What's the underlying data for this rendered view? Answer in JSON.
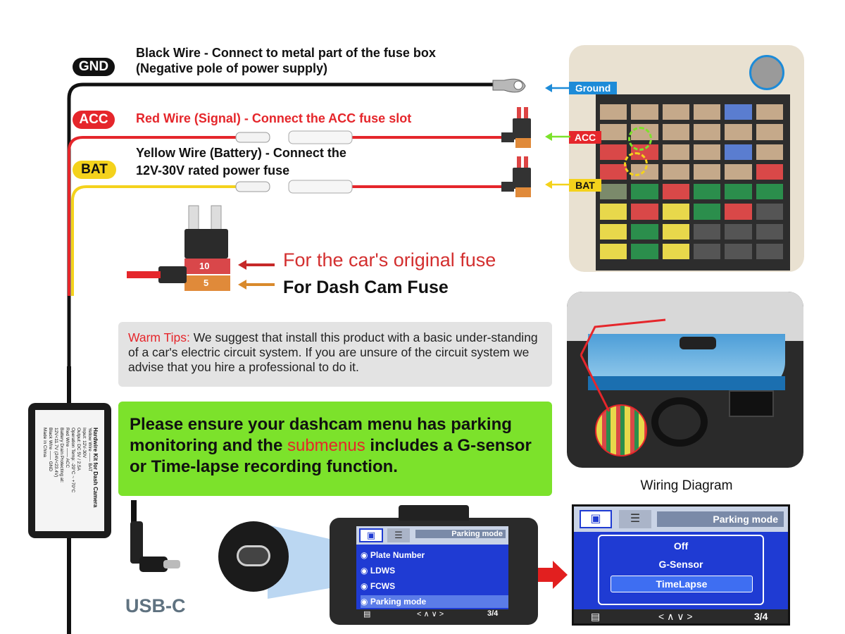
{
  "labels": {
    "gnd": "GND",
    "acc": "ACC",
    "bat": "BAT",
    "gnd_desc_line1": "Black Wire - Connect to metal part of the fuse box",
    "gnd_desc_line2": "(Negative pole of power supply)",
    "acc_desc": "Red Wire (Signal) - Connect the ACC fuse slot",
    "bat_desc_line1": "Yellow Wire (Battery) - Connect the",
    "bat_desc_line2": "12V-30V rated power fuse",
    "fuse_original": "For the car's original fuse",
    "fuse_dashcam": "For Dash Cam Fuse",
    "fuse_top_value": "10",
    "fuse_bottom_value": "5",
    "usb_c": "USB-C",
    "wiring_diagram": "Wiring Diagram"
  },
  "tips": {
    "prefix": "Warm Tips:",
    "body": " We suggest that install this product with a basic under-standing of a car's electric circuit system. If you are unsure of the circuit system we advise that you hire a professional to do it."
  },
  "notice": {
    "part1": "Please ensure your dashcam menu has parking monitoring and the ",
    "highlight": "submenus",
    "part2": " includes a G-sensor or Time-lapse recording function."
  },
  "fusebox": {
    "ground_label": "Ground",
    "acc_label": "ACC",
    "bat_label": "BAT"
  },
  "module": {
    "title": "Hardwire Kit for Dash Camera",
    "lines": [
      "Yellow Wire —— BAT",
      "Red Wire —— ACC",
      "Black Wire —— GND"
    ],
    "specs": [
      "Input: 12V-30V",
      "Output: DC 5V / 2.5A",
      "Operation Temp: -20°C ~ +70°C",
      "Battery Drain Protecting at:",
      "12V<11.7V (24V<23.4V)"
    ],
    "made_in": "Made in China"
  },
  "screen1": {
    "header": "Parking mode",
    "items": [
      "Plate Number",
      "LDWS",
      "FCWS",
      "Parking mode"
    ],
    "page": "3/4",
    "nav": "< ∧ ∨ >"
  },
  "screen2": {
    "header": "Parking mode",
    "options": [
      "Off",
      "G-Sensor",
      "TimeLapse"
    ],
    "page": "3/4",
    "nav": "< ∧ ∨ >"
  },
  "colors": {
    "red": "#e5262b",
    "yellow": "#f4d21c",
    "black": "#111111",
    "green": "#7ce22b",
    "blue": "#1d8bd8",
    "screen_blue": "#1f3bd3"
  }
}
